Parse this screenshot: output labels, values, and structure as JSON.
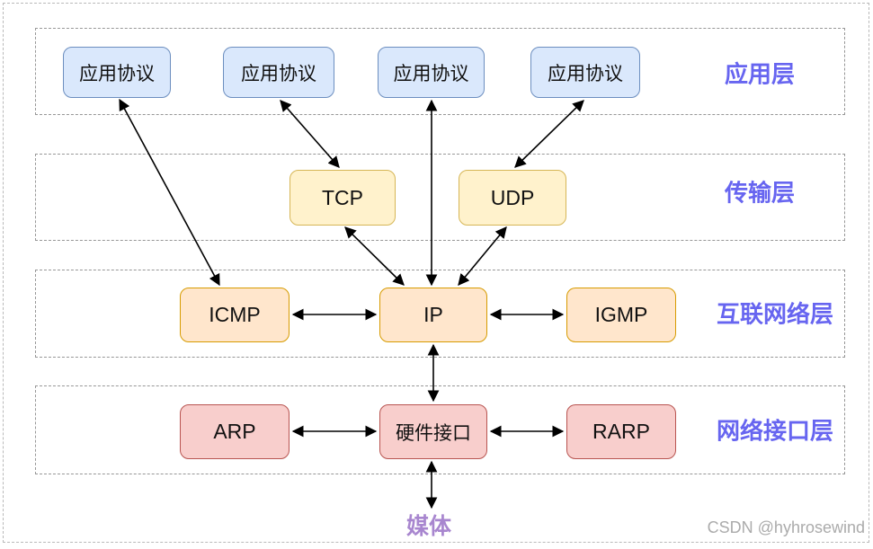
{
  "layers": [
    {
      "label": "应用层"
    },
    {
      "label": "传输层"
    },
    {
      "label": "互联网络层"
    },
    {
      "label": "网络接口层"
    }
  ],
  "nodes": {
    "app_protocol_1": "应用协议",
    "app_protocol_2": "应用协议",
    "app_protocol_3": "应用协议",
    "app_protocol_4": "应用协议",
    "tcp": "TCP",
    "udp": "UDP",
    "icmp": "ICMP",
    "ip": "IP",
    "igmp": "IGMP",
    "arp": "ARP",
    "hardware_interface": "硬件接口",
    "rarp": "RARP",
    "media": "媒体"
  },
  "watermark": "CSDN @hyhrosewind",
  "colors": {
    "application_box_fill": "#dae8fc",
    "application_box_border": "#6c8ebf",
    "transport_box_fill": "#fff2cc",
    "transport_box_border": "#d6b656",
    "internet_box_fill": "#ffe6cc",
    "internet_box_border": "#d79b00",
    "interface_box_fill": "#f8cecc",
    "interface_box_border": "#b85450",
    "layer_label_color": "#6765f0",
    "media_label_color": "#a886cf",
    "arrow_color": "#000000",
    "watermark_color": "#ababab",
    "dashed_border_color": "#979797"
  }
}
